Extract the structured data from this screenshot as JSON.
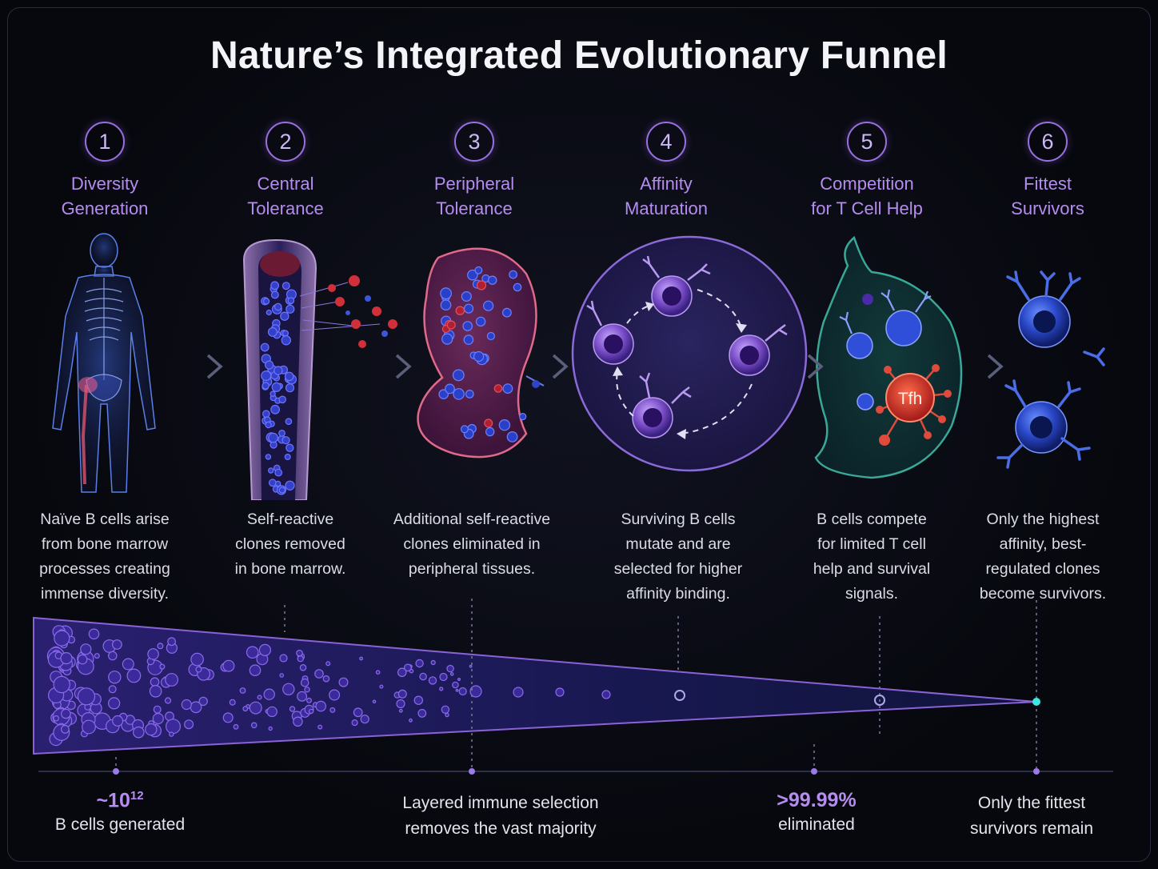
{
  "title": "Nature’s Integrated Evolutionary Funnel",
  "steps": [
    {
      "number": "1",
      "title_line1": "Diversity",
      "title_line2": "Generation",
      "desc": [
        "Naïve B cells arise",
        "from bone marrow",
        "processes creating",
        "immense diversity."
      ]
    },
    {
      "number": "2",
      "title_line1": "Central",
      "title_line2": "Tolerance",
      "desc": [
        "Self-reactive",
        "clones removed",
        "in bone marrow."
      ]
    },
    {
      "number": "3",
      "title_line1": "Peripheral",
      "title_line2": "Tolerance",
      "desc": [
        "Additional self-reactive",
        "clones eliminated in",
        "peripheral tissues."
      ]
    },
    {
      "number": "4",
      "title_line1": "Affinity",
      "title_line2": "Maturation",
      "desc": [
        "Surviving B cells",
        "mutate and are",
        "selected for higher",
        "affinity binding."
      ]
    },
    {
      "number": "5",
      "title_line1": "Competition",
      "title_line2": "for T Cell Help",
      "desc": [
        "B cells compete",
        "for limited T cell",
        "help and survival",
        "signals."
      ]
    },
    {
      "number": "6",
      "title_line1": "Fittest",
      "title_line2": "Survivors",
      "desc": [
        "Only the highest",
        "affinity, best-",
        "regulated clones",
        "become survivors."
      ]
    }
  ],
  "tfh_label": "Tfh",
  "stats": {
    "generated_base": "~10",
    "generated_exp": "12",
    "generated_label": "B cells generated",
    "selection_line1": "Layered immune selection",
    "selection_line2": "removes the vast majority",
    "eliminated_value": ">99.99%",
    "eliminated_label": "eliminated",
    "survivors_line1": "Only the fittest",
    "survivors_line2": "survivors remain"
  },
  "colors": {
    "accent": "#b58cf0",
    "background": "#06070d",
    "tfh_red": "#d8392b",
    "survivor_cyan": "#3ee6e0"
  }
}
